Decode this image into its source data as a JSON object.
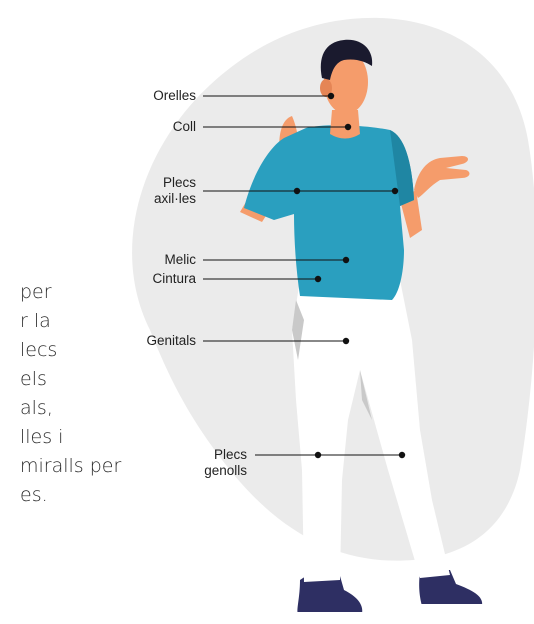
{
  "paragraph_lines": [
    "per",
    "r la",
    "lecs",
    "els",
    "als,",
    "lles i",
    "miralls per",
    "es."
  ],
  "labels": {
    "orelles": "Orelles",
    "coll": "Coll",
    "plecs_axil_1": "Plecs",
    "plecs_axil_2": "axil·les",
    "melic": "Melic",
    "cintura": "Cintura",
    "genitals": "Genitals",
    "plecs_genolls_1": "Plecs",
    "plecs_genolls_2": "genolls"
  },
  "colors": {
    "blob": "#ebebeb",
    "shirt": "#2a9fbf",
    "shirt_shadow": "#1f86a3",
    "skin": "#f59c6b",
    "skin_shadow": "#e58555",
    "hair": "#1a1a2e",
    "pants": "#ffffff",
    "pants_shadow": "#c9c9c9",
    "shoe": "#2e2f63",
    "sole": "#ffffff",
    "line": "#111111"
  }
}
